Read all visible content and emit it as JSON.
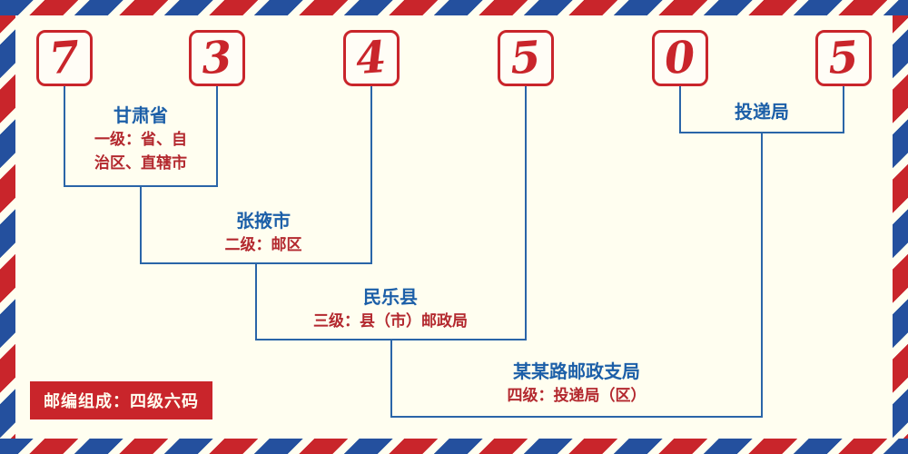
{
  "postal_code": {
    "digits": [
      "7",
      "3",
      "4",
      "5",
      "0",
      "5"
    ]
  },
  "levels": [
    {
      "place": "甘肃省",
      "desc_lines": [
        "一级：省、自",
        "治区、直辖市"
      ]
    },
    {
      "place": "张掖市",
      "desc": "二级：邮区"
    },
    {
      "place": "民乐县",
      "desc": "三级：县（市）邮政局"
    },
    {
      "place": "某某路邮政支局",
      "desc": "四级：投递局（区）"
    }
  ],
  "delivery_label": "投递局",
  "badge": "邮编组成：四级六码",
  "colors": {
    "red": "#c9252b",
    "blue": "#2a65a8",
    "blue-text": "#1c5fa8",
    "blue-stripe": "#24509e",
    "desc-red": "#b3282e",
    "bg": "#fffef0"
  }
}
